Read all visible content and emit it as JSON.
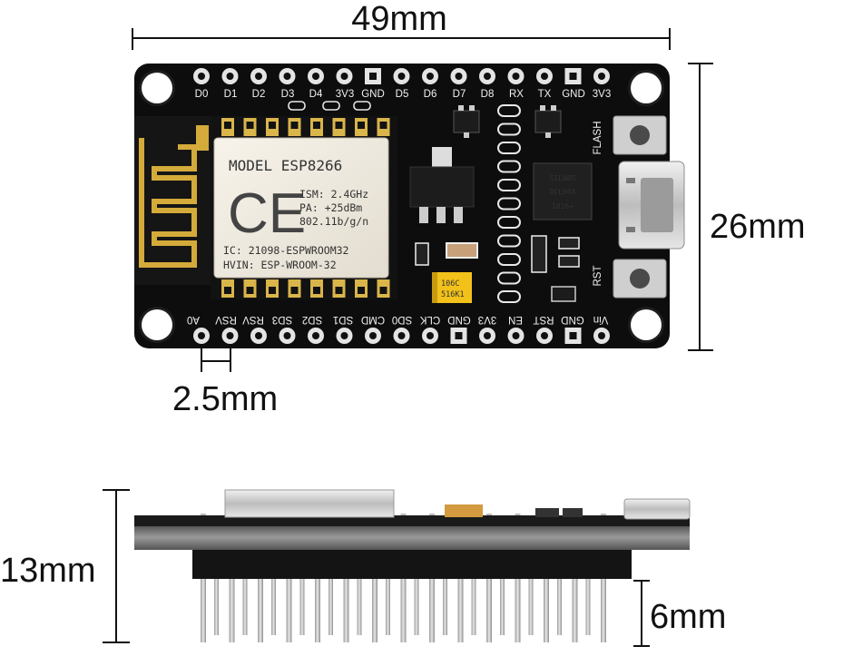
{
  "dimensions": {
    "width": "49mm",
    "height": "26mm",
    "pitch": "2.5mm",
    "thickness": "13mm",
    "pin_length": "6mm"
  },
  "top_pins": [
    "D0",
    "D1",
    "D2",
    "D3",
    "D4",
    "3V3",
    "GND",
    "D5",
    "D6",
    "D7",
    "D8",
    "RX",
    "TX",
    "GND",
    "3V3"
  ],
  "bottom_pins": [
    "A0",
    "RSV",
    "RSV",
    "SD3",
    "SD2",
    "SD1",
    "CMD",
    "SD0",
    "CLK",
    "GND",
    "3V3",
    "EN",
    "RST",
    "GND",
    "Vin"
  ],
  "module": {
    "model": "MODEL ESP8266",
    "ce": "CE",
    "ism": "ISM: 2.4GHz",
    "pa": "PA: +25dBm",
    "std": "802.11b/g/n",
    "ic": "IC: 21098-ESPWROOM32",
    "hvin": "HVIN: ESP-WROOM-32"
  },
  "buttons": {
    "flash": "FLASH",
    "rst": "RST"
  },
  "usb_chip": {
    "line1": "SILABS",
    "line2": "DCL00X",
    "line3": "1816+"
  },
  "tantalum": {
    "line1": "106C",
    "line2": "516K1"
  },
  "colors": {
    "pcb": "#0d0d0d",
    "pad": "#d9b54a",
    "shield": "#efeae0",
    "pin_metal": "#c8c8c8"
  }
}
